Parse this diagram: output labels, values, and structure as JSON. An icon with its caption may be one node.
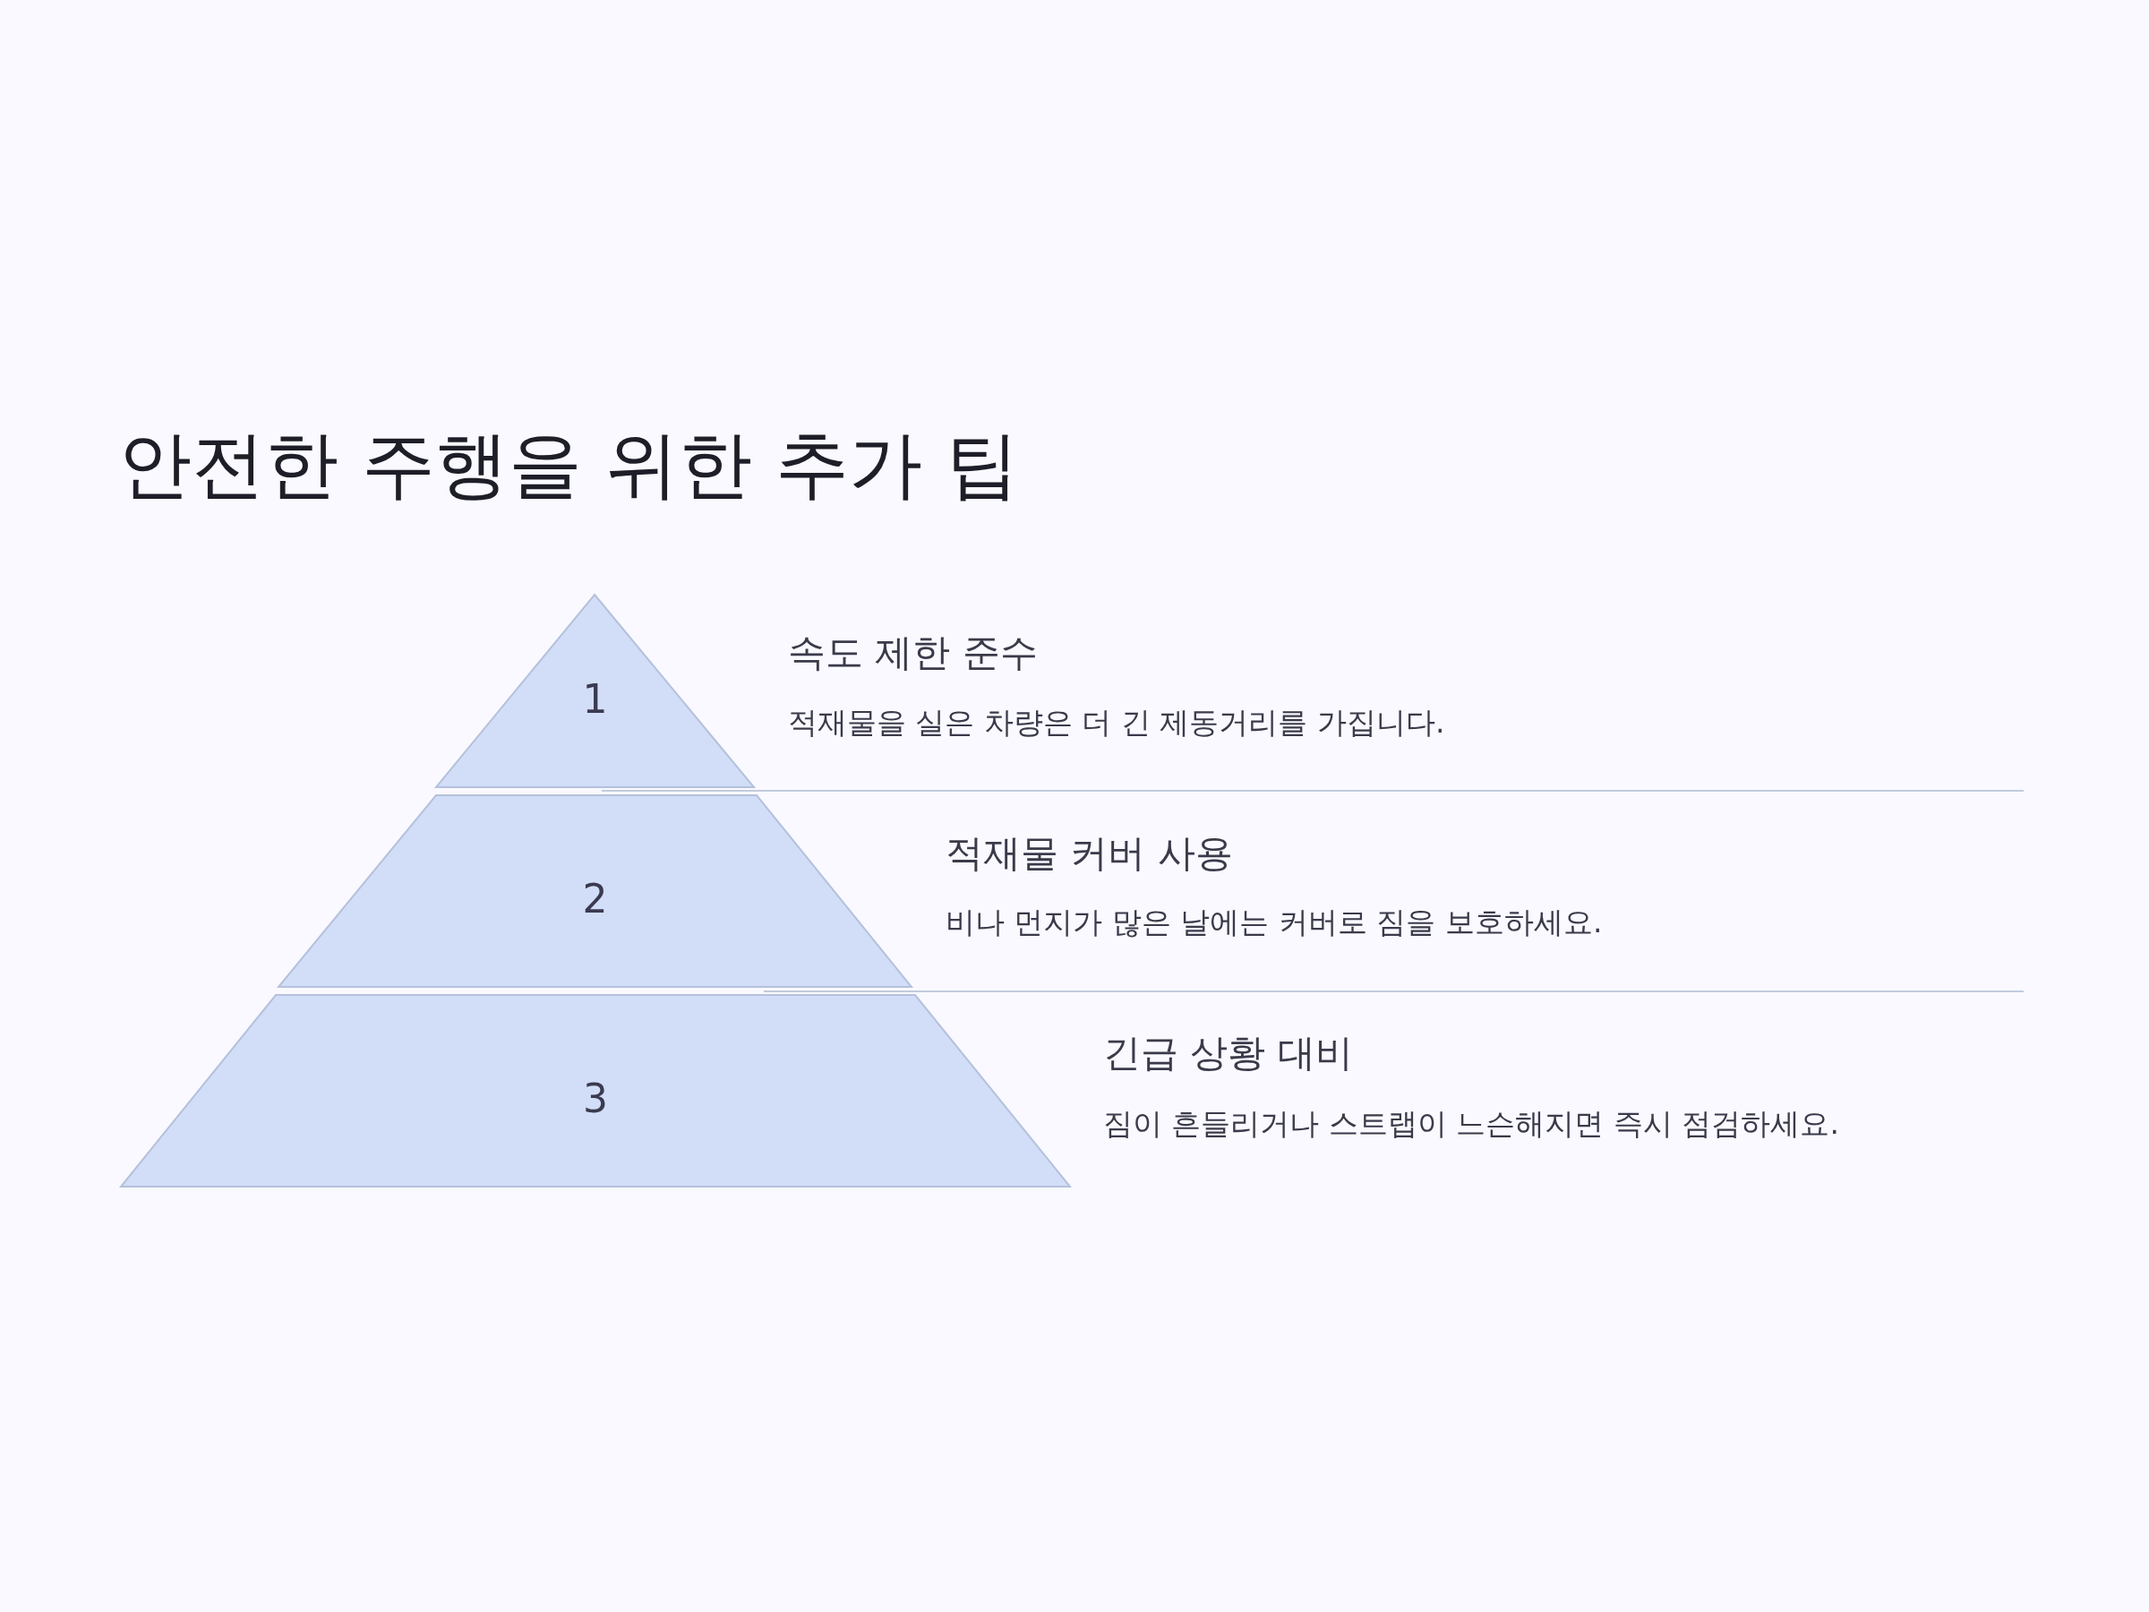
{
  "diagram": {
    "title": "안전한 주행을 위한 추가 팁",
    "nodes": [
      {
        "text": [
          "1"
        ],
        "beside": [
          "속도 제한 준수",
          "적재물을 실은 차량은 더 긴 제동거리를 가집니다."
        ]
      },
      {
        "text": [
          "2"
        ],
        "beside": [
          "적재물 커버 사용",
          "비나 먼지가 많은 날에는 커버로 짐을 보호하세요."
        ]
      },
      {
        "text": [
          "3"
        ],
        "beside": [
          "긴급 상황 대비",
          "짐이 흔들리거나 스트랩이 느슨해지면 즉시 점검하세요."
        ]
      }
    ]
  }
}
